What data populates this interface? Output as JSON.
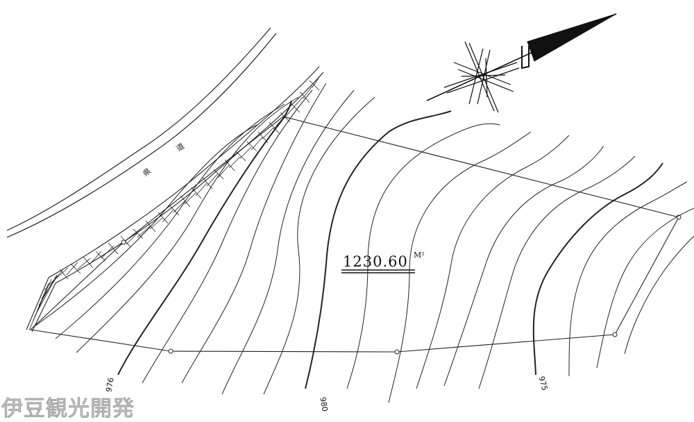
{
  "plot": {
    "area_value": "1230.60",
    "area_unit": "M²"
  },
  "road": {
    "label_a": "県",
    "label_b": "道"
  },
  "contours": {
    "label_976": "976",
    "label_980": "980",
    "label_975": "975"
  },
  "watermark": {
    "text": "伊豆観光開発"
  },
  "colors": {
    "line": "#111111",
    "contour": "#222222",
    "watermark": "#c8c8c8"
  },
  "icons": {
    "north_arrow": "compass-rose-icon"
  }
}
